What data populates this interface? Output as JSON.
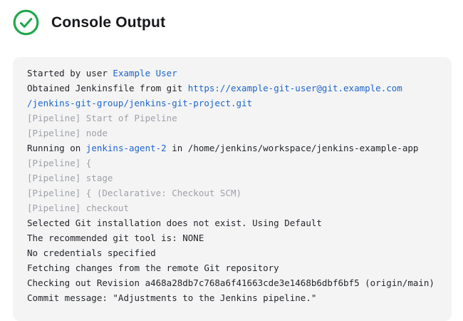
{
  "header": {
    "title": "Console Output",
    "status_icon": "success-check-icon"
  },
  "colors": {
    "success_green": "#22A84B",
    "link_blue": "#1D66CC",
    "muted_text_gray": "#9EA1A6",
    "console_text_dark": "#24262A",
    "console_background": "#F4F4F5"
  },
  "console": {
    "lines": [
      {
        "segments": [
          {
            "type": "plain",
            "text": "Started by user "
          },
          {
            "type": "link",
            "text": "Example User"
          }
        ]
      },
      {
        "segments": [
          {
            "type": "plain",
            "text": "Obtained Jenkinsfile from git "
          },
          {
            "type": "link",
            "text": "https://example-git-user@git.example.com"
          }
        ]
      },
      {
        "segments": [
          {
            "type": "link",
            "text": "/jenkins-git-group/jenkins-git-project.git"
          }
        ]
      },
      {
        "segments": [
          {
            "type": "muted",
            "text": "[Pipeline] Start of Pipeline"
          }
        ]
      },
      {
        "segments": [
          {
            "type": "muted",
            "text": "[Pipeline] node"
          }
        ]
      },
      {
        "segments": [
          {
            "type": "plain",
            "text": "Running on "
          },
          {
            "type": "link",
            "text": "jenkins-agent-2"
          },
          {
            "type": "plain",
            "text": " in /home/jenkins/workspace/jenkins-example-app"
          }
        ]
      },
      {
        "segments": [
          {
            "type": "muted",
            "text": "[Pipeline] {"
          }
        ]
      },
      {
        "segments": [
          {
            "type": "muted",
            "text": "[Pipeline] stage"
          }
        ]
      },
      {
        "segments": [
          {
            "type": "muted",
            "text": "[Pipeline] { (Declarative: Checkout SCM)"
          }
        ]
      },
      {
        "segments": [
          {
            "type": "muted",
            "text": "[Pipeline] checkout"
          }
        ]
      },
      {
        "segments": [
          {
            "type": "plain",
            "text": "Selected Git installation does not exist. Using Default"
          }
        ]
      },
      {
        "segments": [
          {
            "type": "plain",
            "text": "The recommended git tool is: NONE"
          }
        ]
      },
      {
        "segments": [
          {
            "type": "plain",
            "text": "No credentials specified"
          }
        ]
      },
      {
        "segments": [
          {
            "type": "plain",
            "text": "Fetching changes from the remote Git repository"
          }
        ]
      },
      {
        "segments": [
          {
            "type": "plain",
            "text": "Checking out Revision a468a28db7c768a6f41663cde3e1468b6dbf6bf5 (origin/main)"
          }
        ]
      },
      {
        "segments": [
          {
            "type": "plain",
            "text": "Commit message: \"Adjustments to the Jenkins pipeline.\""
          }
        ]
      }
    ]
  }
}
